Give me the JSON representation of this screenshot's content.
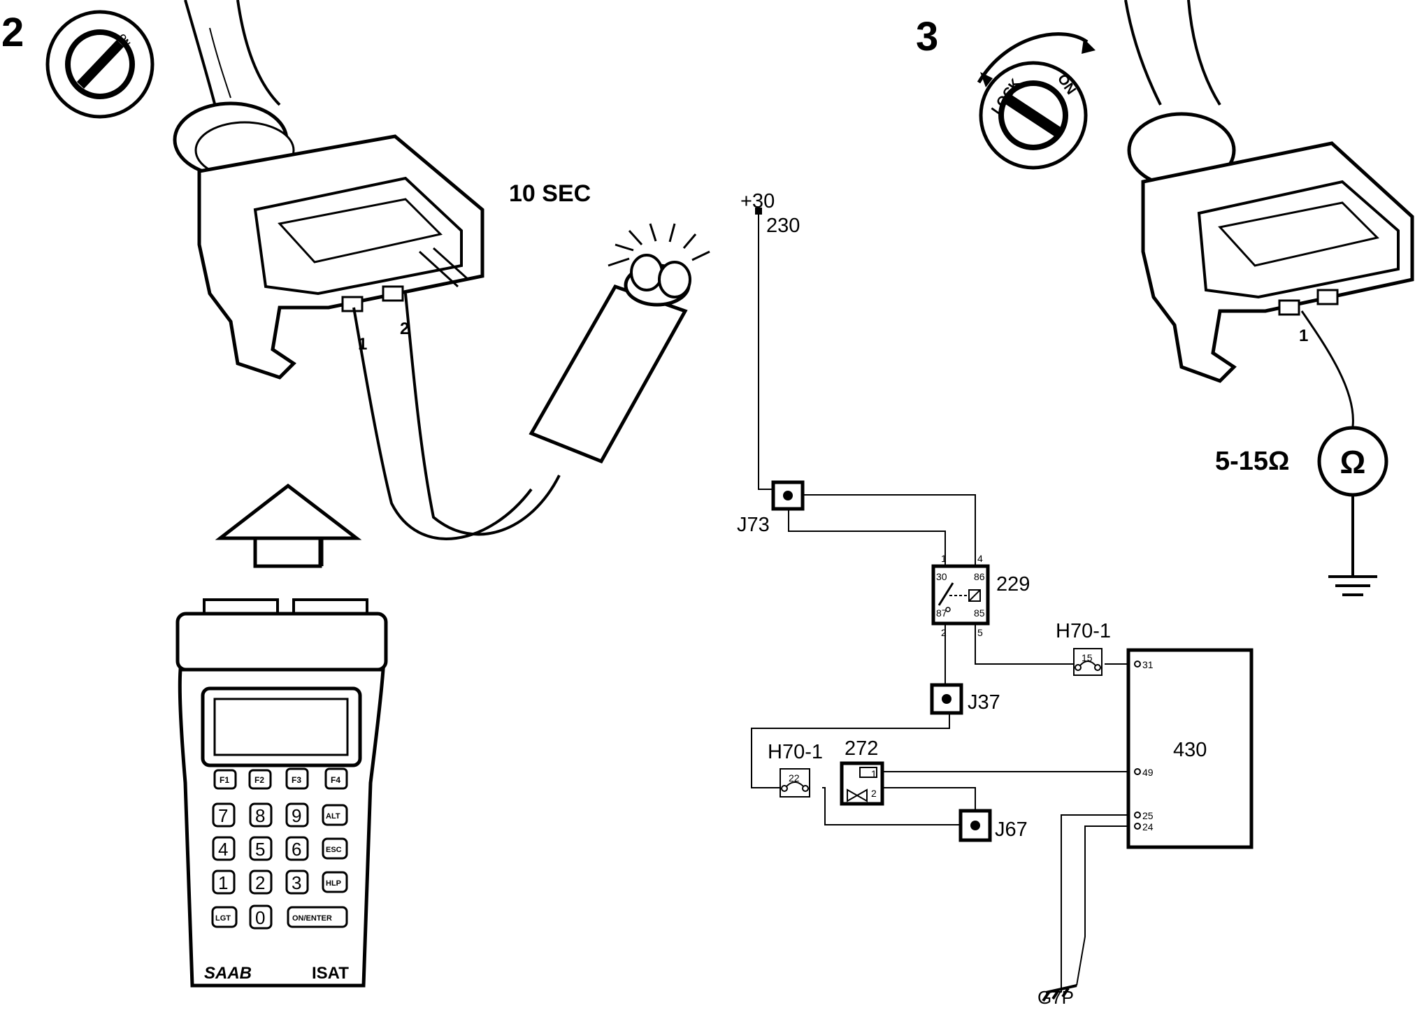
{
  "step_left": "2",
  "step_right": "3",
  "key_left_on": "ON",
  "key_right_lock": "LOCK",
  "key_right_on": "ON",
  "timing_label": "10 SEC",
  "connector_left": {
    "pin1": "1",
    "pin2": "2"
  },
  "connector_right": {
    "pin1": "1"
  },
  "resistance": "5-15Ω",
  "ohm_symbol": "Ω",
  "tester": {
    "brand": "SAAB",
    "model": "ISAT",
    "function_keys": [
      "F1",
      "F2",
      "F3",
      "F4"
    ],
    "rows": [
      [
        "7",
        "8",
        "9",
        "ALT"
      ],
      [
        "4",
        "5",
        "6",
        "ESC"
      ],
      [
        "1",
        "2",
        "3",
        "HLP"
      ]
    ],
    "bottom_keys": [
      "LGT",
      "0",
      "ON/ENTER"
    ]
  },
  "schematic": {
    "supply": "+30",
    "supply_node": "230",
    "j73": "J73",
    "relay": "229",
    "relay_pins": {
      "p30": "30",
      "p86": "86",
      "p87": "87",
      "p85": "85",
      "t1": "1",
      "t4": "4",
      "t2": "2",
      "t5": "5"
    },
    "h70_top": "H70-1",
    "h70_top_pin": "15",
    "j37": "J37",
    "h70_bottom": "H70-1",
    "h70_bottom_pin": "22",
    "injector": "272",
    "injector_pins": {
      "p1": "1",
      "p2": "2"
    },
    "j67": "J67",
    "ecu": "430",
    "ecu_pins": {
      "p31": "31",
      "p49": "49",
      "p25": "25",
      "p24": "24"
    },
    "ground": "G7P"
  }
}
